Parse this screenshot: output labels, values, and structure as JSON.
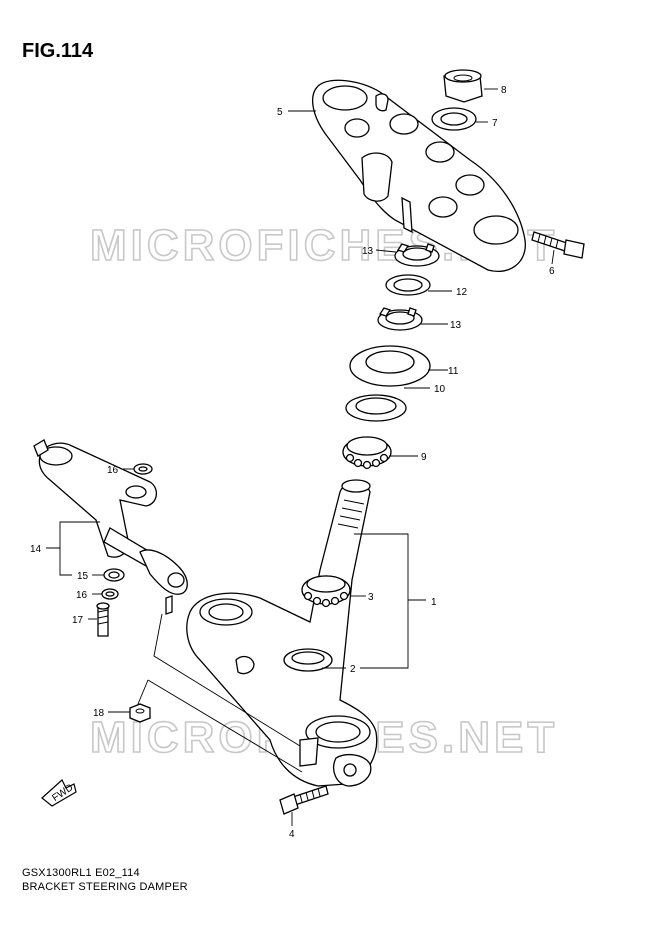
{
  "figure": {
    "title": "FIG.114"
  },
  "watermark": {
    "text": "MICROFICHES.NET"
  },
  "fwd_label": "FWD",
  "callouts": [
    {
      "id": "c1",
      "label": "1"
    },
    {
      "id": "c2",
      "label": "2"
    },
    {
      "id": "c3",
      "label": "3"
    },
    {
      "id": "c4",
      "label": "4"
    },
    {
      "id": "c5",
      "label": "5"
    },
    {
      "id": "c6",
      "label": "6"
    },
    {
      "id": "c7",
      "label": "7"
    },
    {
      "id": "c8",
      "label": "8"
    },
    {
      "id": "c9",
      "label": "9"
    },
    {
      "id": "c10",
      "label": "10"
    },
    {
      "id": "c11",
      "label": "11"
    },
    {
      "id": "c12",
      "label": "12"
    },
    {
      "id": "c13a",
      "label": "13"
    },
    {
      "id": "c13b",
      "label": "13"
    },
    {
      "id": "c14",
      "label": "14"
    },
    {
      "id": "c15",
      "label": "15"
    },
    {
      "id": "c16a",
      "label": "16"
    },
    {
      "id": "c16b",
      "label": "16"
    },
    {
      "id": "c17",
      "label": "17"
    },
    {
      "id": "c18",
      "label": "18"
    }
  ],
  "footer": {
    "code": "GSX1300RL1 E02_114",
    "title": "BRACKET STEERING DAMPER"
  }
}
